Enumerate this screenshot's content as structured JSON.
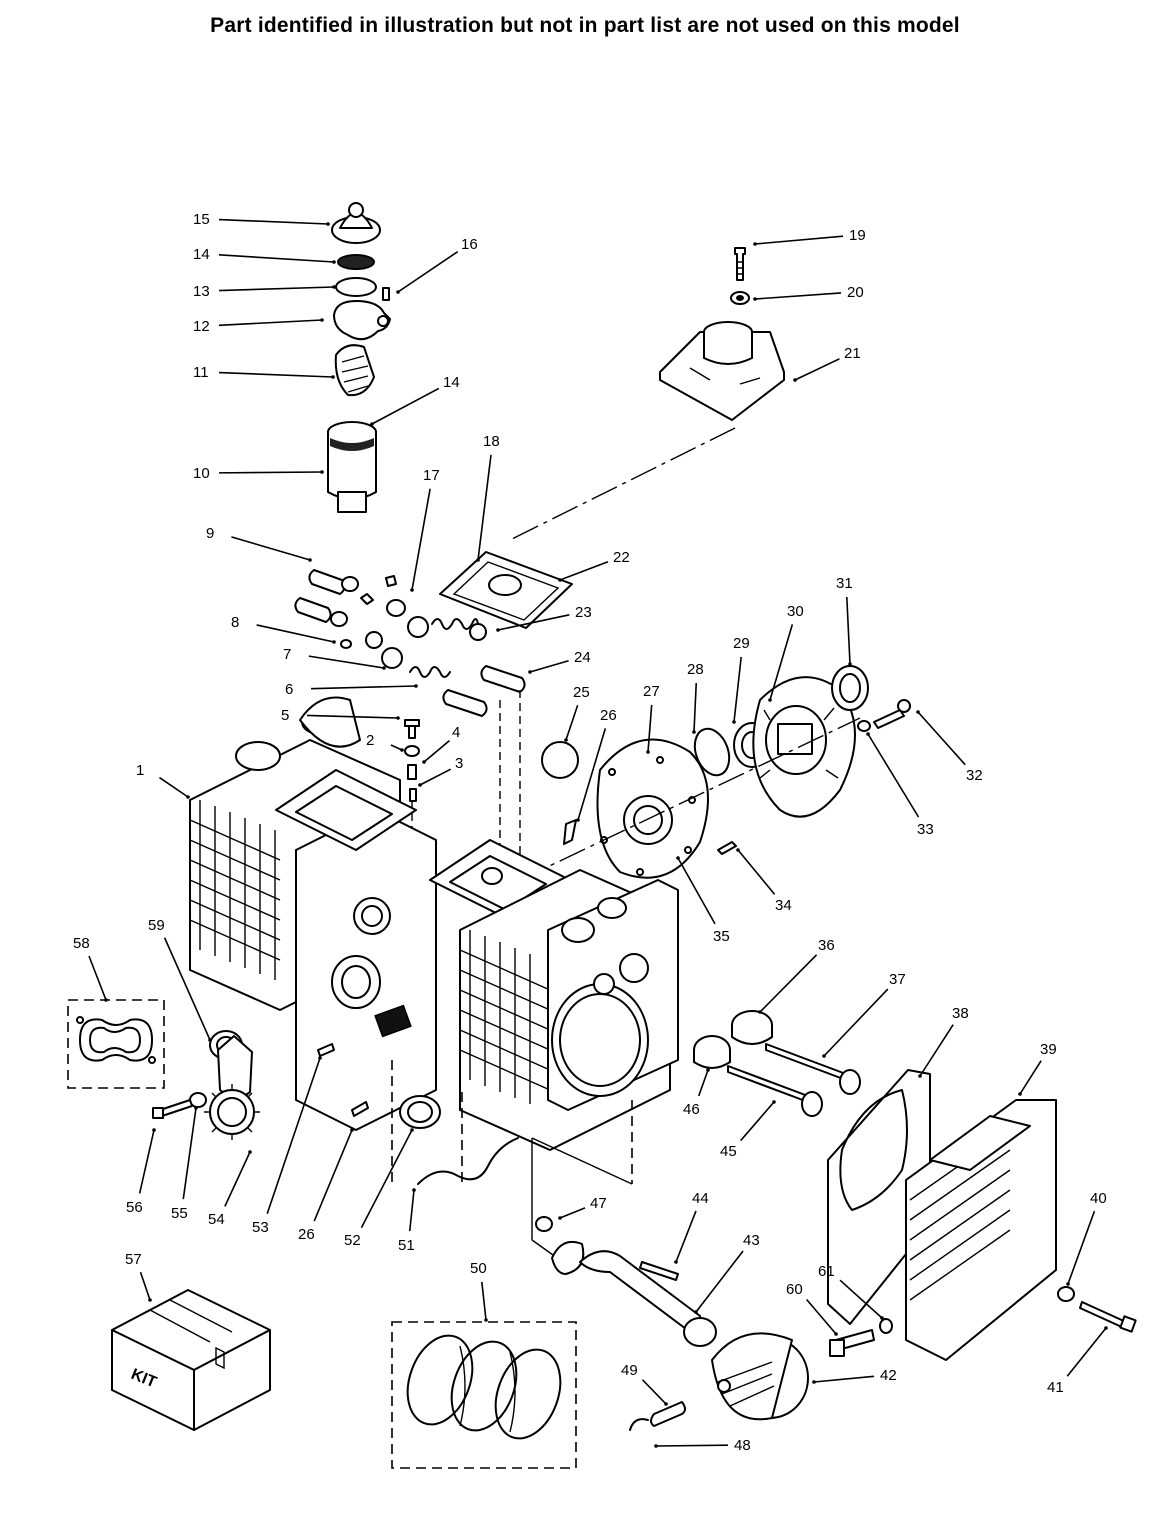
{
  "header": {
    "note": "Part identified in illustration but not in part list are not used on this model"
  },
  "kit_box": {
    "label": "KIT"
  },
  "callouts": [
    {
      "id": "c1",
      "label": "1"
    },
    {
      "id": "c2",
      "label": "2"
    },
    {
      "id": "c3",
      "label": "3"
    },
    {
      "id": "c4",
      "label": "4"
    },
    {
      "id": "c5",
      "label": "5"
    },
    {
      "id": "c6",
      "label": "6"
    },
    {
      "id": "c7",
      "label": "7"
    },
    {
      "id": "c8",
      "label": "8"
    },
    {
      "id": "c9",
      "label": "9"
    },
    {
      "id": "c10",
      "label": "10"
    },
    {
      "id": "c11",
      "label": "11"
    },
    {
      "id": "c12",
      "label": "12"
    },
    {
      "id": "c13",
      "label": "13"
    },
    {
      "id": "c14a",
      "label": "14"
    },
    {
      "id": "c14b",
      "label": "14"
    },
    {
      "id": "c15",
      "label": "15"
    },
    {
      "id": "c16",
      "label": "16"
    },
    {
      "id": "c17",
      "label": "17"
    },
    {
      "id": "c18",
      "label": "18"
    },
    {
      "id": "c19",
      "label": "19"
    },
    {
      "id": "c20",
      "label": "20"
    },
    {
      "id": "c21",
      "label": "21"
    },
    {
      "id": "c22",
      "label": "22"
    },
    {
      "id": "c23",
      "label": "23"
    },
    {
      "id": "c24",
      "label": "24"
    },
    {
      "id": "c25",
      "label": "25"
    },
    {
      "id": "c26a",
      "label": "26"
    },
    {
      "id": "c26b",
      "label": "26"
    },
    {
      "id": "c27",
      "label": "27"
    },
    {
      "id": "c28",
      "label": "28"
    },
    {
      "id": "c29",
      "label": "29"
    },
    {
      "id": "c30",
      "label": "30"
    },
    {
      "id": "c31",
      "label": "31"
    },
    {
      "id": "c32",
      "label": "32"
    },
    {
      "id": "c33",
      "label": "33"
    },
    {
      "id": "c34",
      "label": "34"
    },
    {
      "id": "c35",
      "label": "35"
    },
    {
      "id": "c36",
      "label": "36"
    },
    {
      "id": "c37",
      "label": "37"
    },
    {
      "id": "c38",
      "label": "38"
    },
    {
      "id": "c39",
      "label": "39"
    },
    {
      "id": "c40",
      "label": "40"
    },
    {
      "id": "c41",
      "label": "41"
    },
    {
      "id": "c42",
      "label": "42"
    },
    {
      "id": "c43",
      "label": "43"
    },
    {
      "id": "c44",
      "label": "44"
    },
    {
      "id": "c45",
      "label": "45"
    },
    {
      "id": "c46",
      "label": "46"
    },
    {
      "id": "c47",
      "label": "47"
    },
    {
      "id": "c48",
      "label": "48"
    },
    {
      "id": "c49",
      "label": "49"
    },
    {
      "id": "c50",
      "label": "50"
    },
    {
      "id": "c51",
      "label": "51"
    },
    {
      "id": "c52",
      "label": "52"
    },
    {
      "id": "c53",
      "label": "53"
    },
    {
      "id": "c54",
      "label": "54"
    },
    {
      "id": "c55",
      "label": "55"
    },
    {
      "id": "c56",
      "label": "56"
    },
    {
      "id": "c57",
      "label": "57"
    },
    {
      "id": "c58",
      "label": "58"
    },
    {
      "id": "c59",
      "label": "59"
    },
    {
      "id": "c60",
      "label": "60"
    },
    {
      "id": "c61",
      "label": "61"
    }
  ]
}
